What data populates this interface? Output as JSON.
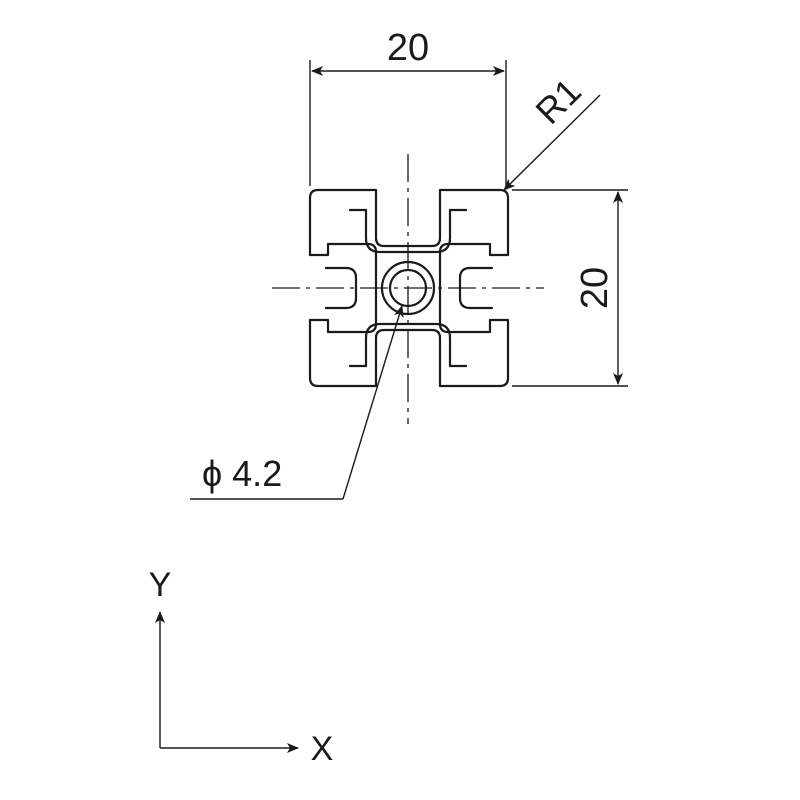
{
  "dimensions": {
    "width": "20",
    "height": "20",
    "radius": "R1",
    "hole": "ϕ 4.2"
  },
  "axes": {
    "y_label": "Y",
    "x_label": "X"
  },
  "colors": {
    "line": "#1a1a1a",
    "background": "#ffffff"
  }
}
